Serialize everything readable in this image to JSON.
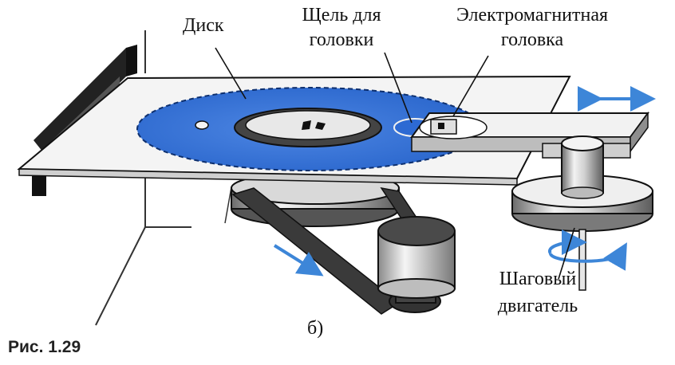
{
  "labels": {
    "disk": "Диск",
    "slot_line1": "Щель для",
    "slot_line2": "головки",
    "head_line1": "Электромагнитная",
    "head_line2": "головка",
    "motor_line1": "Шаговый",
    "motor_line2": "двигатель",
    "subfigure": "б)"
  },
  "caption": "Рис. 1.29",
  "colors": {
    "disk": "#2e6fd8",
    "disk_light": "#5a8fe6",
    "arrow": "#3d86d8",
    "platform": "#f4f4f4",
    "stroke": "#1a1a1a",
    "metal_dark": "#6e6e6e",
    "metal_light": "#e6e6e6"
  }
}
